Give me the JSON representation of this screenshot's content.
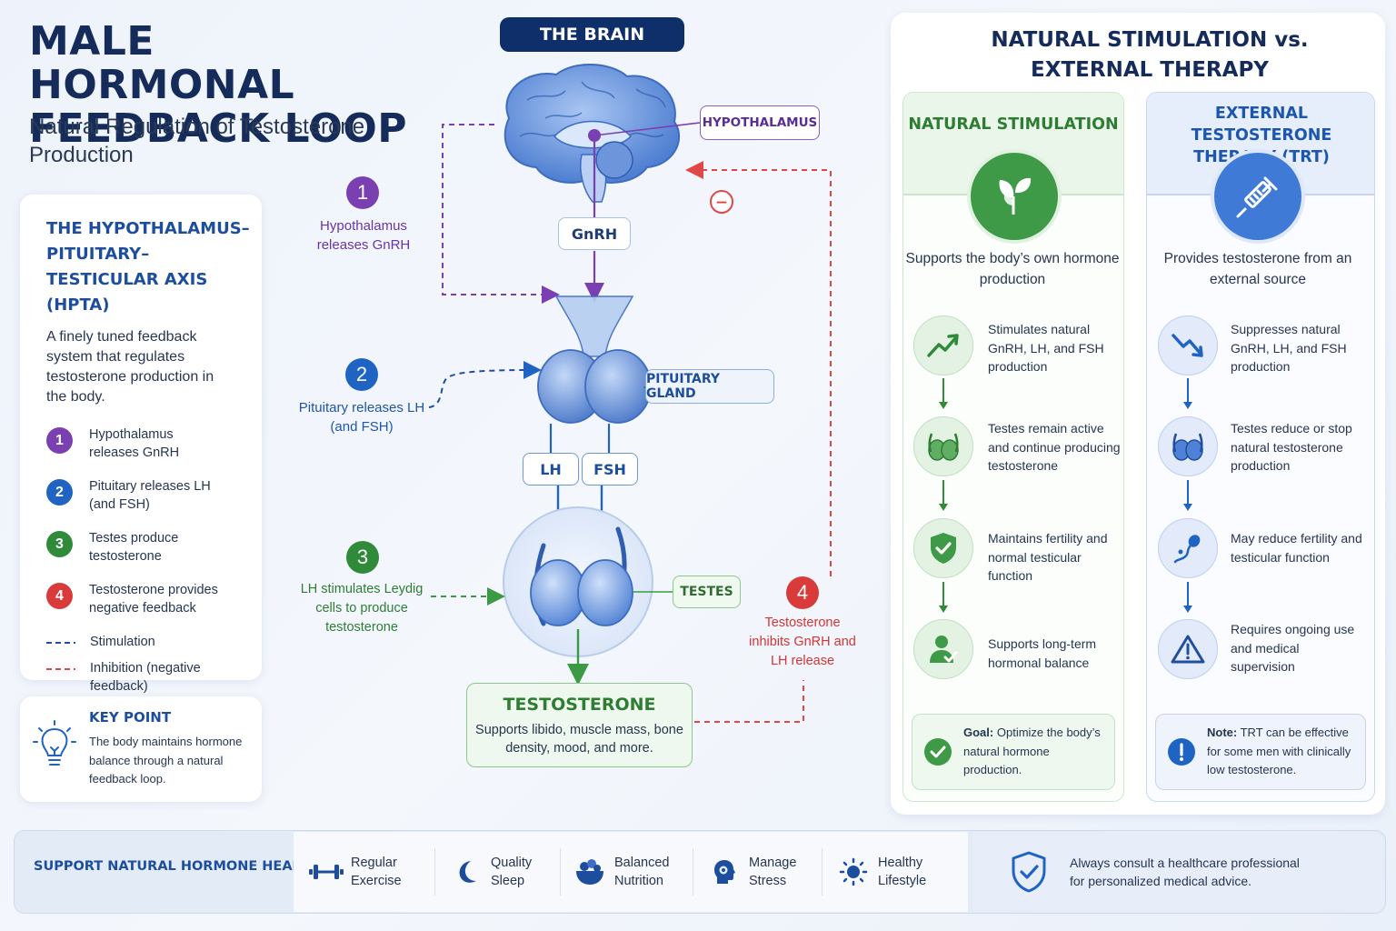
{
  "header": {
    "title": "MALE HORMONAL FEEDBACK LOOP",
    "subtitle": "Natural Regulation of Testosterone Production"
  },
  "hpta": {
    "title": "THE HYPOTHALAMUS–PITUITARY–TESTICULAR AXIS (HPTA)",
    "description": "A finely tuned feedback system that regulates testosterone production in the body.",
    "steps": [
      {
        "num": "1",
        "label": "Hypothalamus releases GnRH",
        "color": "#7a3fb0"
      },
      {
        "num": "2",
        "label": "Pituitary releases LH (and FSH)",
        "color": "#1f64c3"
      },
      {
        "num": "3",
        "label": "Testes produce testosterone",
        "color": "#2f8a3a"
      },
      {
        "num": "4",
        "label": "Testosterone provides negative feedback",
        "color": "#d93a3a"
      }
    ],
    "stimulation_label": "Stimulation",
    "inhibition_label": "Inhibition (negative feedback)"
  },
  "key_point": {
    "title": "KEY POINT",
    "text": "The body maintains hormone balance through a natural feedback loop."
  },
  "diagram": {
    "brain_header": "THE BRAIN",
    "hypothalamus_label": "HYPOTHALAMUS",
    "gnrh_label": "GnRH",
    "pituitary_label": "PITUITARY GLAND",
    "lh_label": "LH",
    "fsh_label": "FSH",
    "testes_label": "TESTES",
    "inhibit_symbol": "−",
    "step1": {
      "num": "1",
      "text": "Hypothalamus releases GnRH"
    },
    "step2": {
      "num": "2",
      "text": "Pituitary releases LH (and FSH)"
    },
    "step3": {
      "num": "3",
      "text": "LH stimulates Leydig cells to produce testosterone"
    },
    "step4": {
      "num": "4",
      "text": "Testosterone inhibits GnRH and LH release"
    },
    "testosterone": {
      "title": "TESTOSTERONE",
      "text": "Supports libido, muscle mass, bone density, mood, and more."
    }
  },
  "comparison": {
    "title": "NATURAL STIMULATION vs. EXTERNAL THERAPY",
    "natural": {
      "title": "NATURAL STIMULATION",
      "subtitle": "Supports the body’s own hormone production",
      "items": [
        "Stimulates natural GnRH, LH, and FSH production",
        "Testes remain active and continue producing testosterone",
        "Maintains fertility and normal testicular function",
        "Supports long-term hormonal balance"
      ],
      "goal_label": "Goal:",
      "goal_text": "Optimize the body’s natural hormone production."
    },
    "trt": {
      "title": "EXTERNAL TESTOSTERONE THERAPY (TRT)",
      "subtitle": "Provides testosterone from an external source",
      "items": [
        "Suppresses natural GnRH, LH, and FSH production",
        "Testes reduce or stop natural testosterone production",
        "May reduce fertility and testicular function",
        "Requires ongoing use and medical supervision"
      ],
      "note_label": "Note:",
      "note_text": "TRT can be effective for some men with clinically low testosterone."
    }
  },
  "support": {
    "label": "SUPPORT NATURAL HORMONE HEALTH",
    "tips": [
      "Regular Exercise",
      "Quality Sleep",
      "Balanced Nutrition",
      "Manage Stress",
      "Healthy Lifestyle"
    ],
    "consult_text": "Always consult a healthcare professional for personalized medical advice."
  },
  "colors": {
    "navy": "#152c5b",
    "blue": "#1f64c3",
    "purple": "#7a3fb0",
    "green": "#2f8a3a",
    "red": "#d93a3a"
  }
}
